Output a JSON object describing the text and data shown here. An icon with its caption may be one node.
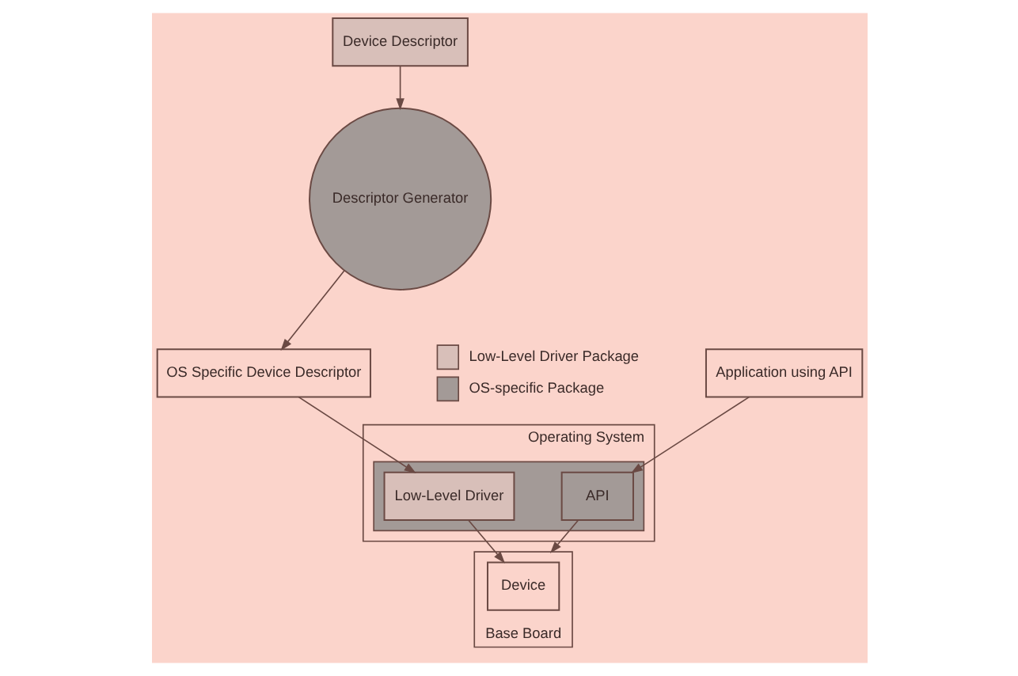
{
  "diagram": {
    "nodes": [
      {
        "text": [
          "Device Descriptor"
        ]
      },
      {
        "text": [
          "Descriptor Generator"
        ]
      },
      {
        "text": [
          "OS Specific Device Descriptor"
        ]
      },
      {
        "text": [
          "Application using API"
        ]
      },
      {
        "text": [
          "Operating System"
        ]
      },
      {
        "text": [],
        "shape": "triangle",
        "in": 4
      },
      {
        "text": [
          "API"
        ],
        "in": 5
      },
      {
        "text": [
          "Low-Level Driver"
        ],
        "in": 5
      },
      {
        "text": [
          "Base Board"
        ]
      },
      {
        "text": [
          "Device"
        ],
        "in": 8
      }
    ],
    "edges": [
      {
        "from": 0,
        "to": 1,
        "arrow": "to"
      },
      {
        "from": 1,
        "to": 2,
        "arrow": "to"
      },
      {
        "from": 2,
        "to": 7,
        "arrow": "to"
      },
      {
        "from": 3,
        "to": 6,
        "arrow": "to"
      },
      {
        "from": 7,
        "to": 9,
        "arrow": "to"
      },
      {
        "from": 6,
        "to": 8,
        "arrow": "to"
      }
    ],
    "legend": [
      {
        "text": "Low-Level Driver Package",
        "color": "#d8bfb9"
      },
      {
        "text": "OS-specific Package",
        "color": "#a39a97"
      }
    ]
  }
}
